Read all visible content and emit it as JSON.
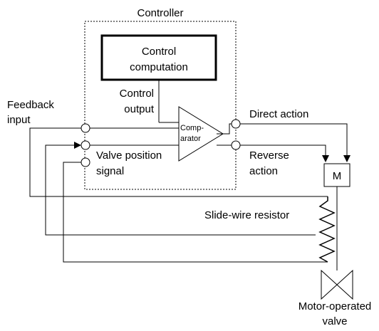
{
  "controller": {
    "title": "Controller",
    "computation_line1": "Control",
    "computation_line2": "computation",
    "output_line1": "Control",
    "output_line2": "output",
    "comparator_line1": "Comp-",
    "comparator_line2": "arator"
  },
  "inputs": {
    "feedback_line1": "Feedback",
    "feedback_line2": "input",
    "valve_position_line1": "Valve position",
    "valve_position_line2": "signal"
  },
  "outputs": {
    "direct": "Direct action",
    "reverse_line1": "Reverse",
    "reverse_line2": "action"
  },
  "actuator": {
    "motor": "M",
    "slide_wire": "Slide-wire resistor",
    "valve_line1": "Motor-operated",
    "valve_line2": "valve"
  }
}
